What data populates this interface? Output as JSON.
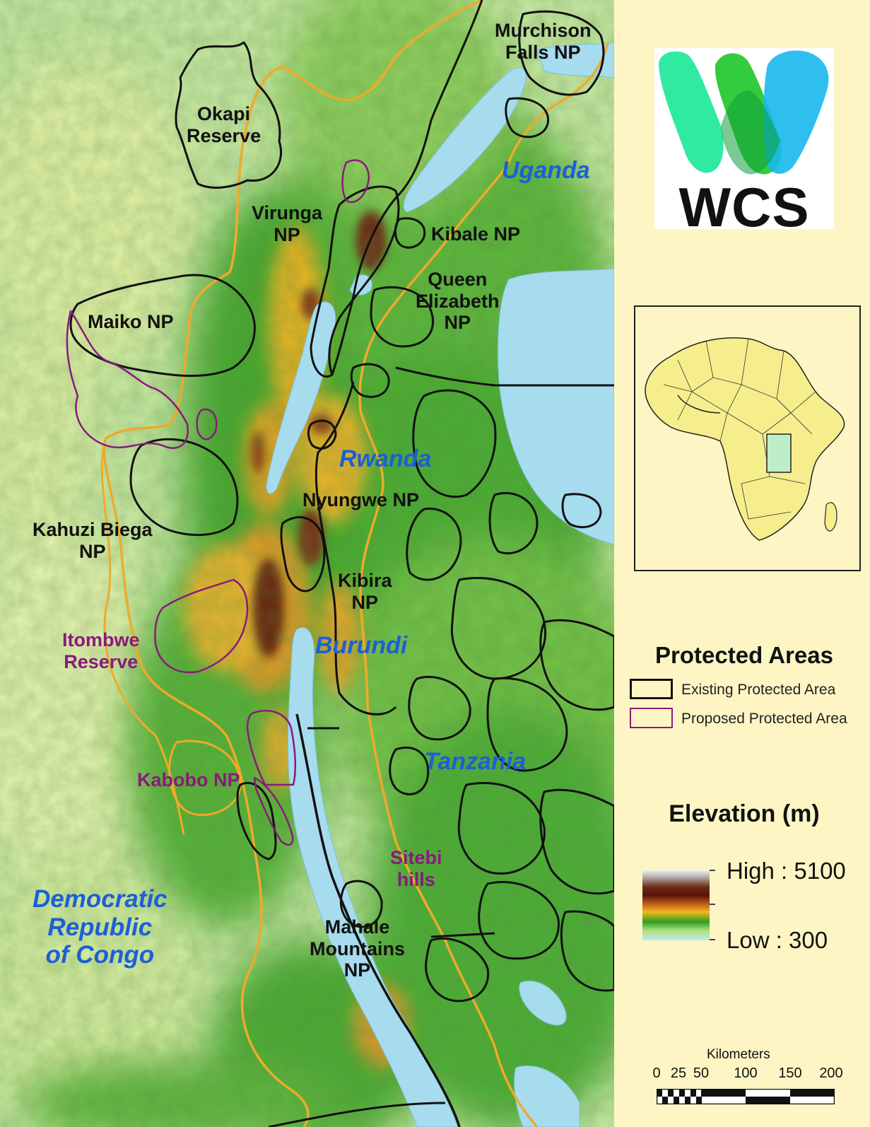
{
  "labels": {
    "murchison": "Murchison\nFalls NP",
    "okapi": "Okapi\nReserve",
    "uganda": "Uganda",
    "virunga": "Virunga\nNP",
    "kibale": "Kibale NP",
    "queen_elizabeth": "Queen\nElizabeth\nNP",
    "maiko": "Maiko NP",
    "rwanda": "Rwanda",
    "nyungwe": "Nyungwe NP",
    "kahuzi": "Kahuzi Biega\nNP",
    "kibira": "Kibira\nNP",
    "itombwe": "Itombwe\nReserve",
    "burundi": "Burundi",
    "tanzania": "Tanzania",
    "kabobo": "Kabobo NP",
    "sitebi": "Sitebi\nhills",
    "mahale": "Mahale\nMountains\nNP",
    "drc": "Democratic\nRepublic\nof Congo"
  },
  "logo": {
    "text": "WCS",
    "colors": [
      "#20e89a",
      "#1ec62a",
      "#18b8ec",
      "#0e9e3a"
    ]
  },
  "legend": {
    "title": "Protected Areas",
    "items": [
      {
        "label": "Existing Protected Area",
        "color": "#111111"
      },
      {
        "label": "Proposed Protected Area",
        "color": "#8a1a7a"
      }
    ]
  },
  "elevation": {
    "title": "Elevation (m)",
    "high": "High : 5100",
    "low": "Low : 300"
  },
  "scale": {
    "unit": "Kilometers",
    "ticks": [
      "0",
      "25",
      "50",
      "100",
      "150",
      "200"
    ]
  },
  "colors": {
    "lake": "#a7dbee",
    "existing_border": "#111111",
    "proposed_border": "#8a1a7a",
    "region_outline": "#efaa2a",
    "panel": "#fdf6c4",
    "africa_fill": "#f6ee8c",
    "study_area": "#bdeec8"
  }
}
